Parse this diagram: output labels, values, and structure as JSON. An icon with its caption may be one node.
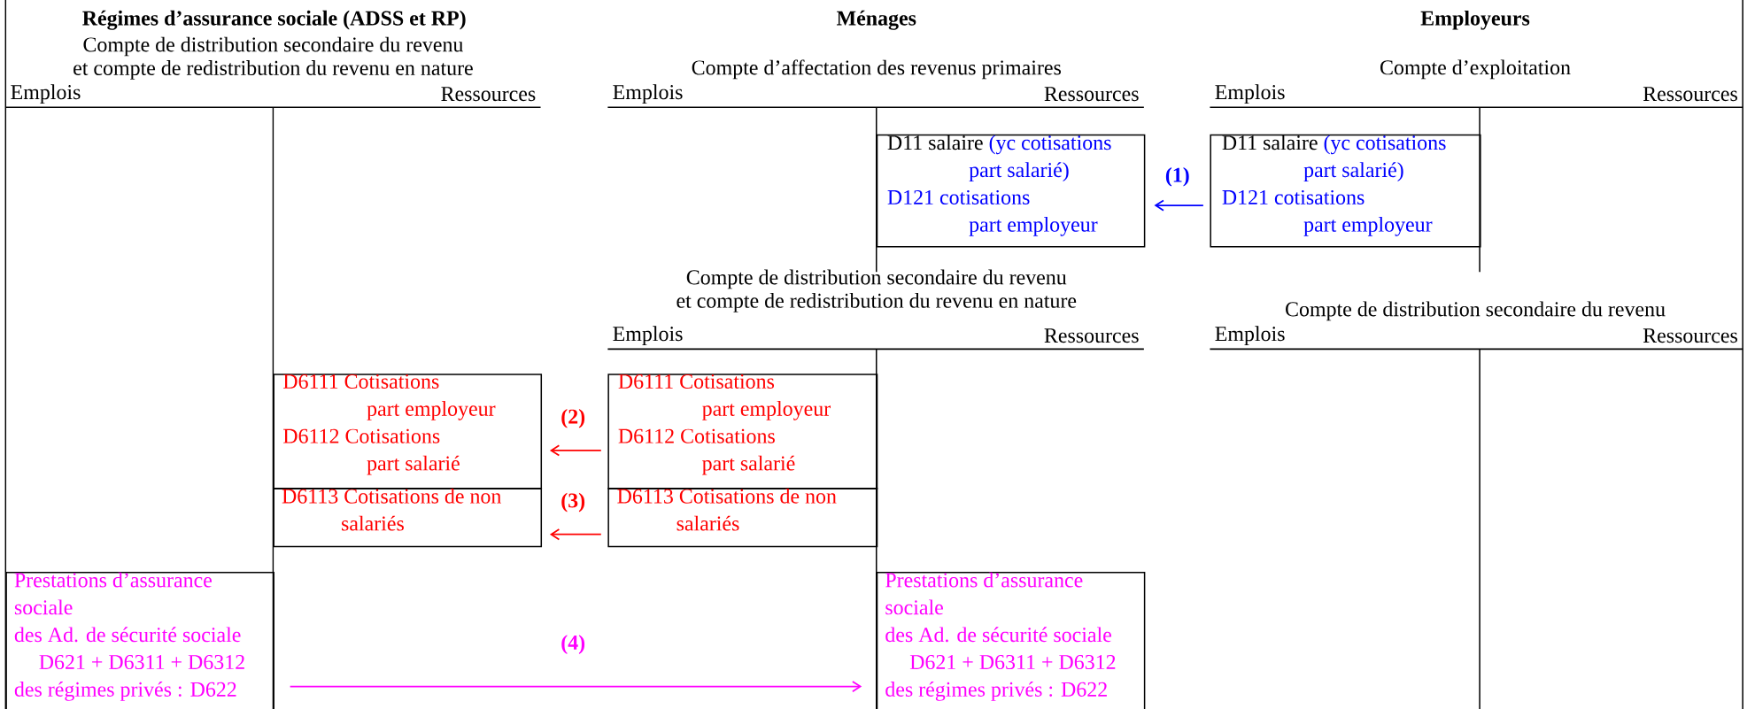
{
  "diagram": {
    "nodes": [
      {
        "text": [
          "D11 salaire",
          "(yc cotisations part salarié)",
          "D121 cotisations part employeur"
        ]
      },
      {
        "text": [
          "D11 salaire",
          "(yc cotisations part salarié)",
          "D121 cotisations part employeur"
        ]
      },
      {
        "text": [
          "D6111 Cotisations part employeur",
          "D6112 Cotisations part salarié"
        ]
      },
      {
        "text": [
          "D6111 Cotisations part employeur",
          "D6112 Cotisations part salarié"
        ]
      },
      {
        "text": [
          "D6113 Cotisations de non salariés"
        ]
      },
      {
        "text": [
          "D6113 Cotisations de non salariés"
        ]
      },
      {
        "text": [
          "Prestations d’assurance sociale",
          "des Ad. de sécurité sociale",
          "D621 + D6311 + D6312",
          "des régimes privés : D622"
        ]
      },
      {
        "text": [
          "Prestations d’assurance sociale",
          "des Ad. de sécurité sociale",
          "D621 + D6311 + D6312",
          "des régimes privés : D622"
        ]
      }
    ],
    "edges": [
      {
        "from": 1,
        "to": 0,
        "arrow": "to",
        "label": "(1)",
        "color": "#0000ff"
      },
      {
        "from": 3,
        "to": 2,
        "arrow": "to",
        "label": "(2)",
        "color": "#ff0000"
      },
      {
        "from": 5,
        "to": 4,
        "arrow": "to",
        "label": "(3)",
        "color": "#ff0000"
      },
      {
        "from": 6,
        "to": 7,
        "arrow": "to",
        "label": "(4)",
        "color": "#ff00ff"
      }
    ],
    "labels": [
      "Régimes d’assurance sociale (ADSS et RP)",
      "Ménages",
      "Employeurs",
      "Compte de distribution secondaire du revenu et compte de redistribution du revenu en nature",
      "Emplois",
      "Ressources",
      "Compte d’affectation des revenus primaires",
      "Emplois",
      "Ressources",
      "Compte d’exploitation",
      "Emplois",
      "Ressources",
      "Compte de distribution secondaire du revenu et compte de redistribution du revenu en nature",
      "Emplois",
      "Ressources",
      "Compte de distribution secondaire du revenu",
      "Emplois",
      "Ressources"
    ]
  }
}
